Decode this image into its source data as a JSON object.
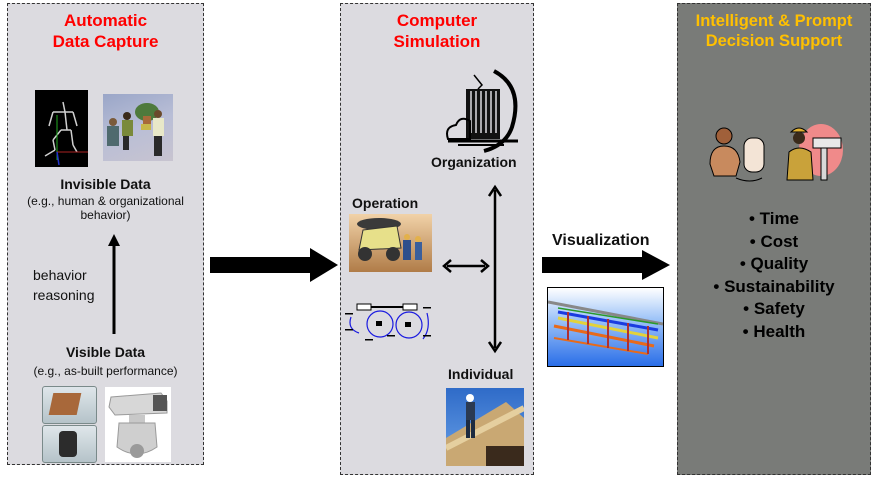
{
  "panels": {
    "capture": {
      "title_line1": "Automatic",
      "title_line2": "Data Capture",
      "invisible_label": "Invisible Data",
      "invisible_desc_line1": "(e.g., human & organizational",
      "invisible_desc_line2": "behavior)",
      "reasoning_line1": "behavior",
      "reasoning_line2": "reasoning",
      "visible_label": "Visible Data",
      "visible_desc": "(e.g., as-built performance)"
    },
    "simulation": {
      "title_line1": "Computer",
      "title_line2": "Simulation",
      "organization_label": "Organization",
      "operation_label": "Operation",
      "individual_label": "Individual"
    },
    "decision": {
      "title_line1": "Intelligent & Prompt",
      "title_line2": "Decision Support",
      "bullets": [
        "• Time",
        "• Cost",
        "• Quality",
        "• Sustainability",
        "• Safety",
        "• Health"
      ]
    }
  },
  "connector": {
    "visualization_label": "Visualization"
  },
  "colors": {
    "panel_light": "#dcdbe0",
    "panel_dark": "#797b78",
    "title_red": "#ff0000",
    "title_gold": "#ffc000"
  }
}
